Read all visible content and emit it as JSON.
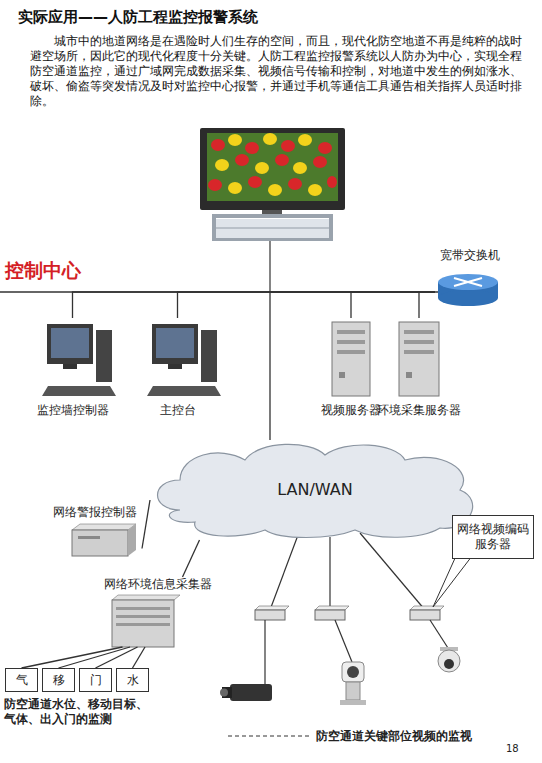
{
  "diagram": {
    "title": "实际应用——人防工程监控报警系统",
    "nodes": [
      {
        "text": [
          "宽带交换机"
        ]
      },
      {
        "text": [
          "监控墙控制器"
        ]
      },
      {
        "text": [
          "主控台"
        ]
      },
      {
        "text": [
          "视频服务器"
        ]
      },
      {
        "text": [
          "环境采集服务器"
        ]
      },
      {
        "text": [
          "LAN/WAN"
        ]
      },
      {
        "text": [
          "网络警报控制器"
        ]
      },
      {
        "text": [
          "网络视频编码服务器"
        ]
      },
      {
        "text": [
          "网络环境信息采集器"
        ]
      },
      {
        "text": [
          "气"
        ]
      },
      {
        "text": [
          "移"
        ]
      },
      {
        "text": [
          "门"
        ]
      },
      {
        "text": [
          "水"
        ]
      }
    ],
    "edges": [
      {
        "from": 1,
        "to": 0,
        "arrow": "none"
      },
      {
        "from": 2,
        "to": 0,
        "arrow": "none"
      },
      {
        "from": 3,
        "to": 0,
        "arrow": "none"
      },
      {
        "from": 4,
        "to": 0,
        "arrow": "none"
      },
      {
        "from": 5,
        "to": 0,
        "arrow": "none"
      },
      {
        "from": 5,
        "to": 6,
        "arrow": "none"
      },
      {
        "from": 5,
        "to": 8,
        "arrow": "none"
      },
      {
        "from": 8,
        "to": 9,
        "arrow": "none"
      },
      {
        "from": 8,
        "to": 10,
        "arrow": "none"
      },
      {
        "from": 8,
        "to": 11,
        "arrow": "none"
      },
      {
        "from": 8,
        "to": 12,
        "arrow": "none"
      }
    ],
    "labels": [
      "城市中的地道网络是在遇险时人们生存的空间，而且，现代化防空地道不再是纯粹的战时避空场所，因此它的现代化程度十分关键。人防工程监控报警系统以人防办为中心，实现全程防空通道监控，通过广域网完成数据采集、视频信号传输和控制，对地道中发生的例如涨水、破坏、偷盗等突发情况及时对监控中心报警，并通过手机等通信工具通告相关指挥人员适时排除。",
      "控制中心",
      "防空通道水位、移动目标、气体、出入门的监测",
      "防空通道关键部位视频的监视",
      "18"
    ]
  }
}
